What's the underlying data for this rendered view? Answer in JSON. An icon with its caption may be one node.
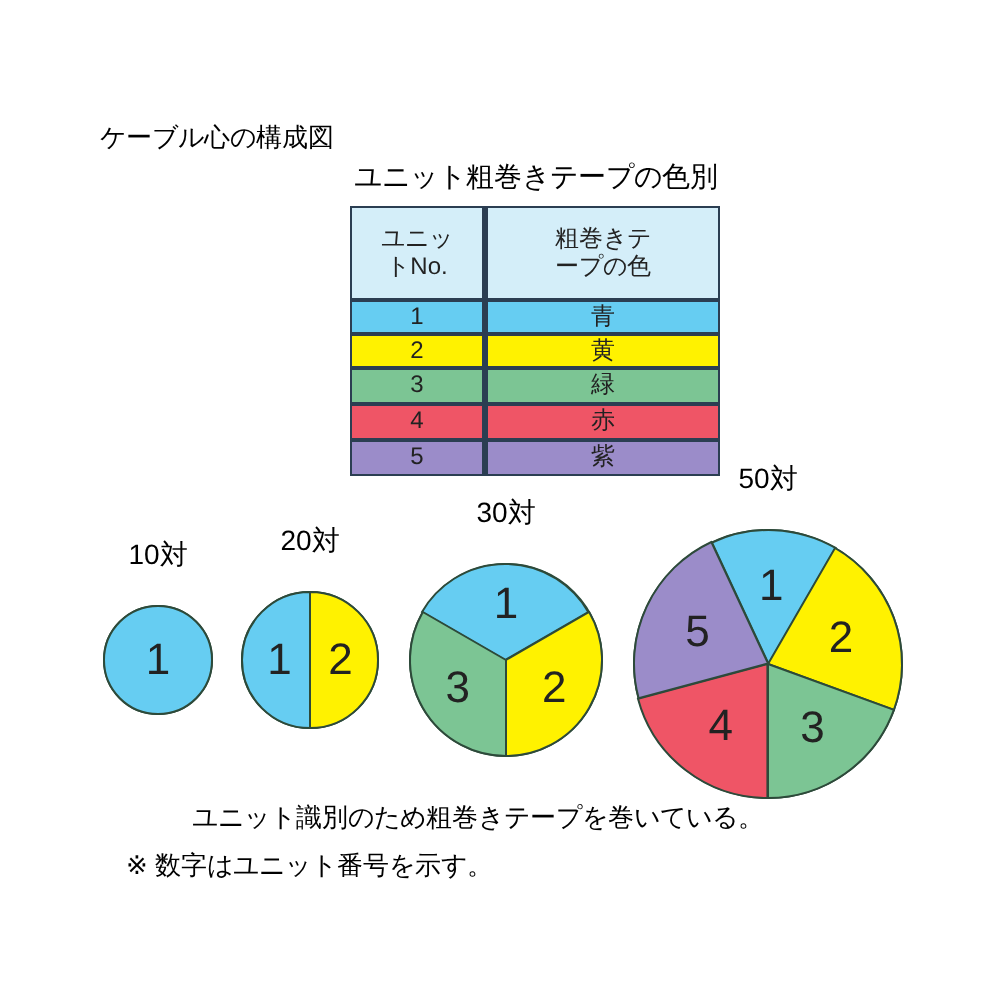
{
  "diagram": {
    "title": "ケーブル心の構成図",
    "nodes": [
      {
        "text": [
          "10対"
        ]
      },
      {
        "text": [
          "1"
        ],
        "in": 0
      },
      {
        "text": [
          "20対"
        ]
      },
      {
        "text": [
          "1"
        ],
        "in": 2
      },
      {
        "text": [
          "2"
        ],
        "in": 2
      },
      {
        "text": [
          "30対"
        ]
      },
      {
        "text": [
          "1"
        ],
        "in": 5
      },
      {
        "text": [
          "2"
        ],
        "in": 5
      },
      {
        "text": [
          "3"
        ],
        "in": 5
      },
      {
        "text": [
          "50対"
        ]
      },
      {
        "text": [
          "1"
        ],
        "in": 9
      },
      {
        "text": [
          "2"
        ],
        "in": 9
      },
      {
        "text": [
          "3"
        ],
        "in": 9
      },
      {
        "text": [
          "4"
        ],
        "in": 9
      },
      {
        "text": [
          "5"
        ],
        "in": 9
      }
    ],
    "edges": [],
    "labels": [
      "ユニット粗巻きテープの色別",
      "ユニットNo.",
      "粗巻きテープの色",
      "1",
      "青",
      "2",
      "黄",
      "3",
      "緑",
      "4",
      "赤",
      "5",
      "紫",
      "ユニット識別のため粗巻きテープを巻いている。",
      "※ 数字はユニット番号を示す。"
    ]
  }
}
